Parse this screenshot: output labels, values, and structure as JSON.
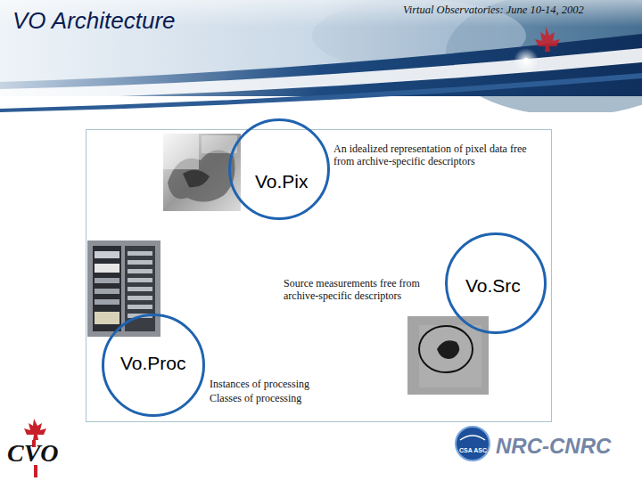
{
  "diagram": {
    "title": "VO Architecture",
    "nodes": [
      {
        "text": [
          "Vo.Pix"
        ]
      },
      {
        "text": [
          "Vo.Src"
        ]
      },
      {
        "text": [
          "Vo.Proc"
        ]
      }
    ],
    "labels": [
      "Virtual Observatories: June 10-14, 2002",
      "An idealized representation of pixel data free from archive-specific descriptors",
      "Source measurements free from archive-specific descriptors",
      "Instances of processing",
      "Classes of processing",
      "CVO",
      "CSA ASC",
      "NRC-CNRC"
    ]
  }
}
